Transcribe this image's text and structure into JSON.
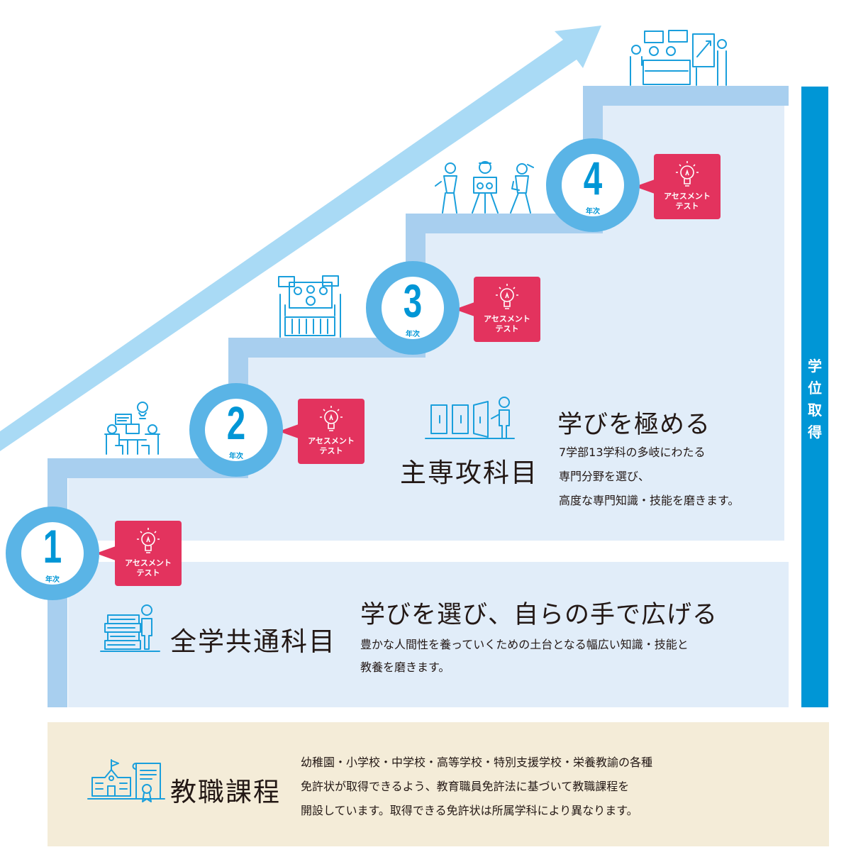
{
  "degree": {
    "chars": [
      "学",
      "位",
      "取",
      "得"
    ]
  },
  "steps": [
    {
      "year": "1",
      "suffix": "年次",
      "badge": [
        "アセスメント",
        "テスト"
      ]
    },
    {
      "year": "2",
      "suffix": "年次",
      "badge": [
        "アセスメント",
        "テスト"
      ]
    },
    {
      "year": "3",
      "suffix": "年次",
      "badge": [
        "アセスメント",
        "テスト"
      ]
    },
    {
      "year": "4",
      "suffix": "年次",
      "badge": [
        "アセスメント",
        "テスト"
      ]
    }
  ],
  "major": {
    "title": "主専攻科目",
    "heading": "学びを極める",
    "lines": [
      "7学部13学科の多岐にわたる",
      "専門分野を選び、",
      "高度な専門知識・技能を磨きます。"
    ]
  },
  "common": {
    "title": "全学共通科目",
    "heading": "学びを選び、自らの手で広げる",
    "lines": [
      "豊かな人間性を養っていくための土台となる幅広い知識・技能と",
      "教養を磨きます。"
    ]
  },
  "teacher": {
    "title": "教職課程",
    "lines": [
      "幼稚園・小学校・中学校・高等学校・特別支援学校・栄養教諭の各種",
      "免許状が取得できるよう、教育職員免許法に基づいて教職課程を",
      "開設しています。取得できる免許状は所属学科により異なります。"
    ]
  },
  "colors": {
    "accent": "#0096d6",
    "circle_ring": "#5ab4e6",
    "badge": "#e3335e",
    "panel": "#e1edf9",
    "step_line": "#a8cfef",
    "arrow": "#a9daf5",
    "teacher_bg": "#f4ecd8"
  }
}
